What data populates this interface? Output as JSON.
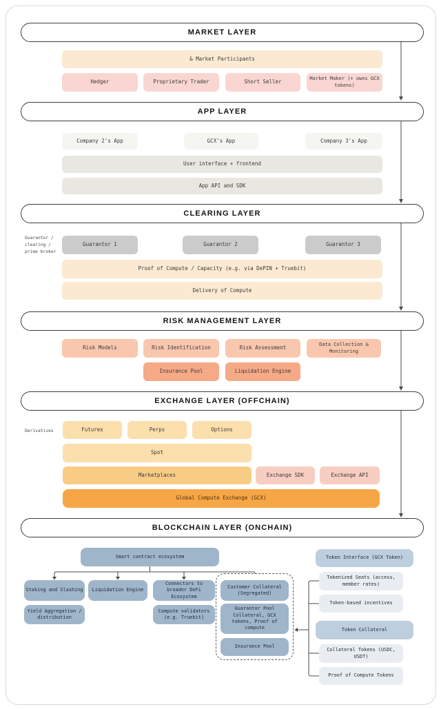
{
  "colors": {
    "card_border": "#d8d8d8",
    "header_border": "#3d3d3d",
    "line": "#4a4a4a",
    "cream": "#fbead1",
    "pink": "#f9d6d2",
    "light_gray": "#f5f5f2",
    "mid_gray": "#e8e7e1",
    "gray": "#cbcbcb",
    "salmon_light": "#f9c7ae",
    "salmon": "#f6a987",
    "amber_light": "#fbdfad",
    "amber": "#f9cc86",
    "pink_warm": "#f8cdc1",
    "orange": "#f7a646",
    "steel_blue": "#9fb5c9",
    "pale_blue": "#bdcedf",
    "pale_blue_bg": "#e9edf1",
    "tree_text": "#222c38"
  },
  "layers": {
    "market": {
      "title": "MARKET LAYER",
      "participants": "& Market Participants",
      "roles": [
        "Hedger",
        "Proprietary Trader",
        "Short Seller",
        "Market Maker (+ owns GCX tokens)"
      ]
    },
    "app": {
      "title": "APP LAYER",
      "apps": [
        "Company 2's App",
        "GCX's App",
        "Company 3's App"
      ],
      "rows": [
        "User interface + frontend",
        "App API and SDK"
      ]
    },
    "clearing": {
      "title": "CLEARING LAYER",
      "side_label": "Guarantor /\nclearing /\nprime broker",
      "guarantors": [
        "Guarantor 1",
        "Guarantor 2",
        "Guarantor 3"
      ],
      "rows": [
        "Proof of Compute / Capacity (e.g. via DePIN + Truebit)",
        "Delivery of Compute"
      ]
    },
    "risk": {
      "title": "RISK MANAGEMENT LAYER",
      "row1": [
        "Risk Models",
        "Risk Identification",
        "Risk Assessment",
        "Data Collection & Monitoring"
      ],
      "row2": [
        "Insurance Pool",
        "Liquidation Engine"
      ]
    },
    "exchange": {
      "title": "EXCHANGE LAYER (OFFCHAIN)",
      "side_label": "Derivatives",
      "derivatives": [
        "Futures",
        "Perps",
        "Options"
      ],
      "spot": "Spot",
      "marketplaces": "Marketplaces",
      "sdk": "Exchange SDK",
      "api": "Exchange API",
      "gcx": "Global Compute Exchange (GCX)"
    },
    "blockchain": {
      "title": "BLOCKCHAIN LAYER (ONCHAIN)",
      "root": "Smart contract ecosystem",
      "staking": "Staking and Slashing",
      "liquidation": "Liquidation Engine",
      "connectors": "Connectors to broader DeFi Ecosystem",
      "customer_collateral": "Customer Collateral (Segregated)",
      "yield": "Yield Aggregation / distribution",
      "validators": "Compute validators (e.g. Truebit)",
      "guarantor_pool": "Guarantor Pool Collateral, GCX tokens, Proof of compute",
      "insurance": "Insurance Pool",
      "token_interface": "Token Interface (GCX Token)",
      "tokens": [
        "Tokenized Seats (access, member rates)",
        "Token-based incentives",
        "Token Collateral",
        "Collateral Tokens (USDC, USDT)",
        "Proof of Compute Tokens"
      ]
    }
  }
}
